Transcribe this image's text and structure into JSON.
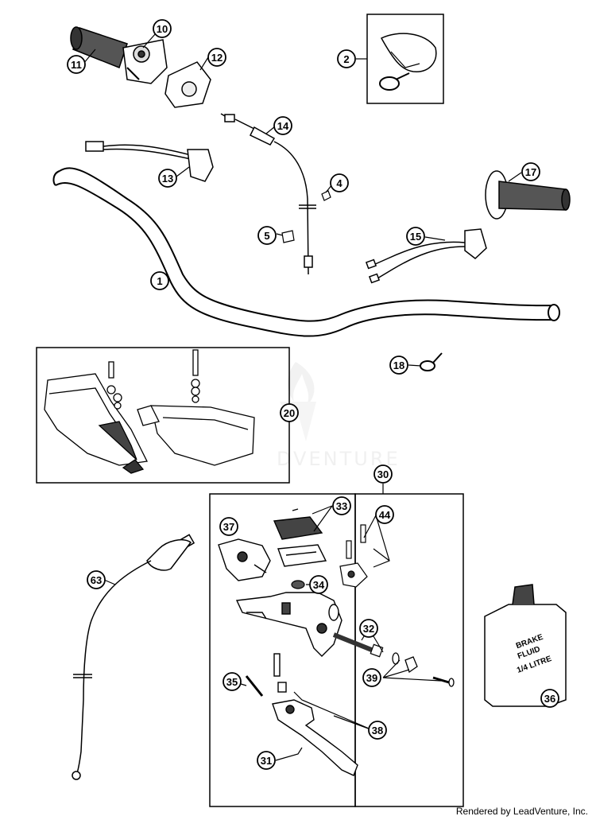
{
  "diagram": {
    "callouts": [
      {
        "id": "c10",
        "label": "10"
      },
      {
        "id": "c11",
        "label": "11"
      },
      {
        "id": "c12",
        "label": "12"
      },
      {
        "id": "c2",
        "label": "2"
      },
      {
        "id": "c14",
        "label": "14"
      },
      {
        "id": "c13",
        "label": "13"
      },
      {
        "id": "c4",
        "label": "4"
      },
      {
        "id": "c5",
        "label": "5"
      },
      {
        "id": "c17",
        "label": "17"
      },
      {
        "id": "c15",
        "label": "15"
      },
      {
        "id": "c1",
        "label": "1"
      },
      {
        "id": "c18",
        "label": "18"
      },
      {
        "id": "c20",
        "label": "20"
      },
      {
        "id": "c30",
        "label": "30"
      },
      {
        "id": "c33",
        "label": "33"
      },
      {
        "id": "c44",
        "label": "44"
      },
      {
        "id": "c37",
        "label": "37"
      },
      {
        "id": "c63",
        "label": "63"
      },
      {
        "id": "c34",
        "label": "34"
      },
      {
        "id": "c32",
        "label": "32"
      },
      {
        "id": "c39",
        "label": "39"
      },
      {
        "id": "c35",
        "label": "35"
      },
      {
        "id": "c38",
        "label": "38"
      },
      {
        "id": "c31",
        "label": "31"
      },
      {
        "id": "c36",
        "label": "36"
      }
    ],
    "brake_fluid_label": [
      "BRAKE",
      "FLUID",
      "1/4 LITRE"
    ],
    "watermark": "DVENTURE",
    "credit": "Rendered by LeadVenture, Inc."
  }
}
